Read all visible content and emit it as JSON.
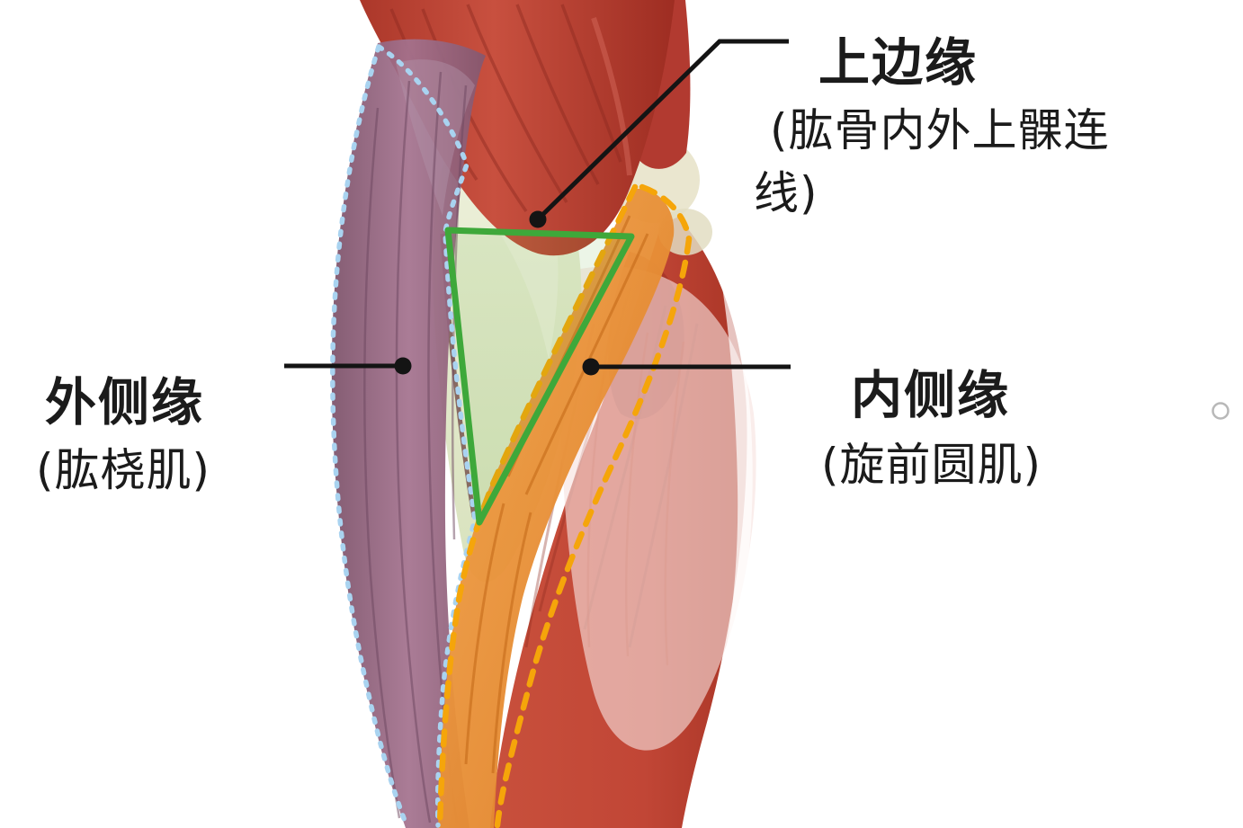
{
  "labels": {
    "superior": {
      "name": "上边缘",
      "detail_line1": "(肱骨内外上髁连",
      "detail_line2": "线)"
    },
    "lateral": {
      "name": "外侧缘",
      "detail": "(肱桡肌)"
    },
    "medial": {
      "name": "内侧缘",
      "detail": "(旋前圆肌)"
    }
  },
  "colors": {
    "triangle": "#3ea83a",
    "lateral_dash": "#a9d3f0",
    "medial_dash": "#f5a50a",
    "leader": "#141414"
  }
}
